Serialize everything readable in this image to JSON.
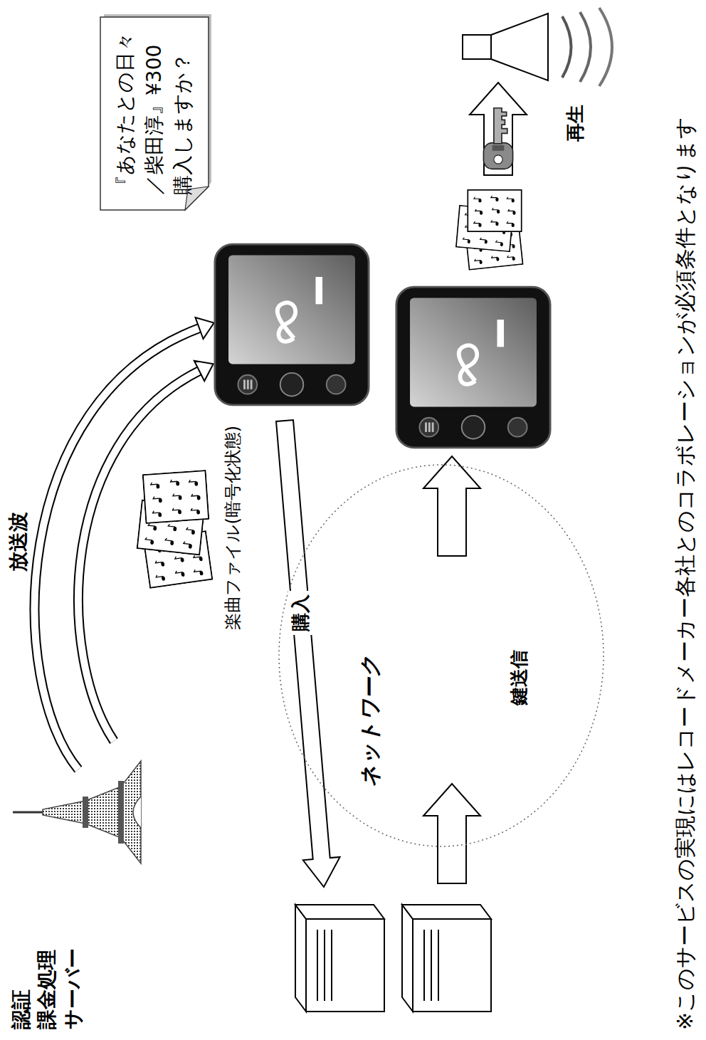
{
  "diagram": {
    "nodes": [
      {
        "text": [
          "『あなたとの日々 ／柴田淳』¥300 購入しますか？"
        ]
      },
      {
        "text": [
          "ネットワーク",
          "鍵送信"
        ]
      }
    ],
    "labels": [
      "放送波",
      "楽曲ファイル(暗号化状態)",
      "購入",
      "再生",
      "認証 課金処理 サーバー",
      "※このサービスの実現にはレコードメーカー各社とのコラボレーションが必須条件となります"
    ]
  }
}
